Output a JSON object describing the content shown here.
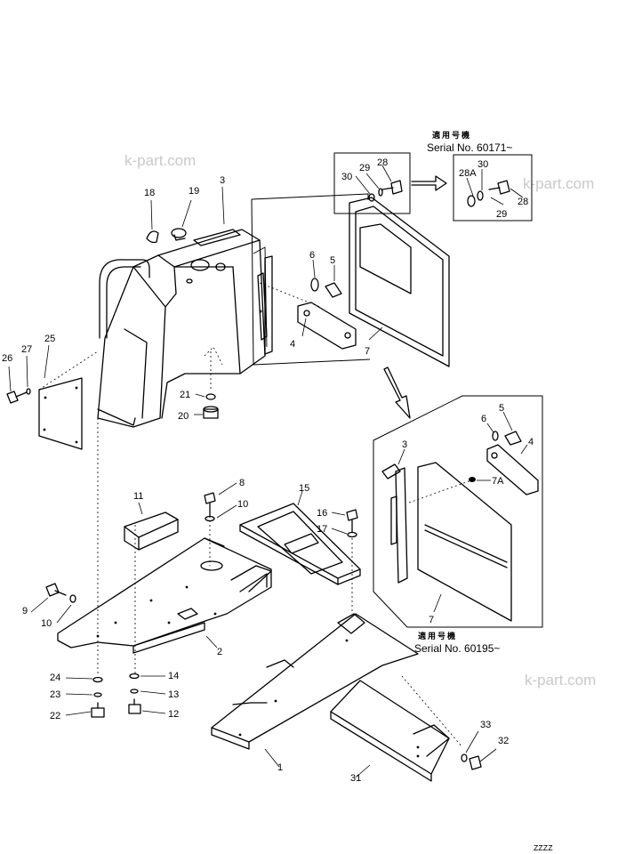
{
  "watermarks": [
    "k-part.com",
    "k-part.com",
    "k-part.com"
  ],
  "serial_notes": [
    {
      "jp": "適用号機",
      "text": "Serial No. 60171~"
    },
    {
      "jp": "適用号機",
      "text": "Serial No. 60195~"
    }
  ],
  "callouts": [
    "1",
    "2",
    "3",
    "4",
    "5",
    "6",
    "7",
    "8",
    "9",
    "10",
    "11",
    "12",
    "13",
    "14",
    "15",
    "16",
    "17",
    "18",
    "19",
    "20",
    "21",
    "22",
    "23",
    "24",
    "25",
    "26",
    "27",
    "28",
    "29",
    "30",
    "31",
    "32",
    "33",
    "3",
    "4",
    "5",
    "6",
    "7",
    "7A",
    "10",
    "28",
    "28A",
    "29",
    "30"
  ],
  "drawing_code": "ZZZZ"
}
